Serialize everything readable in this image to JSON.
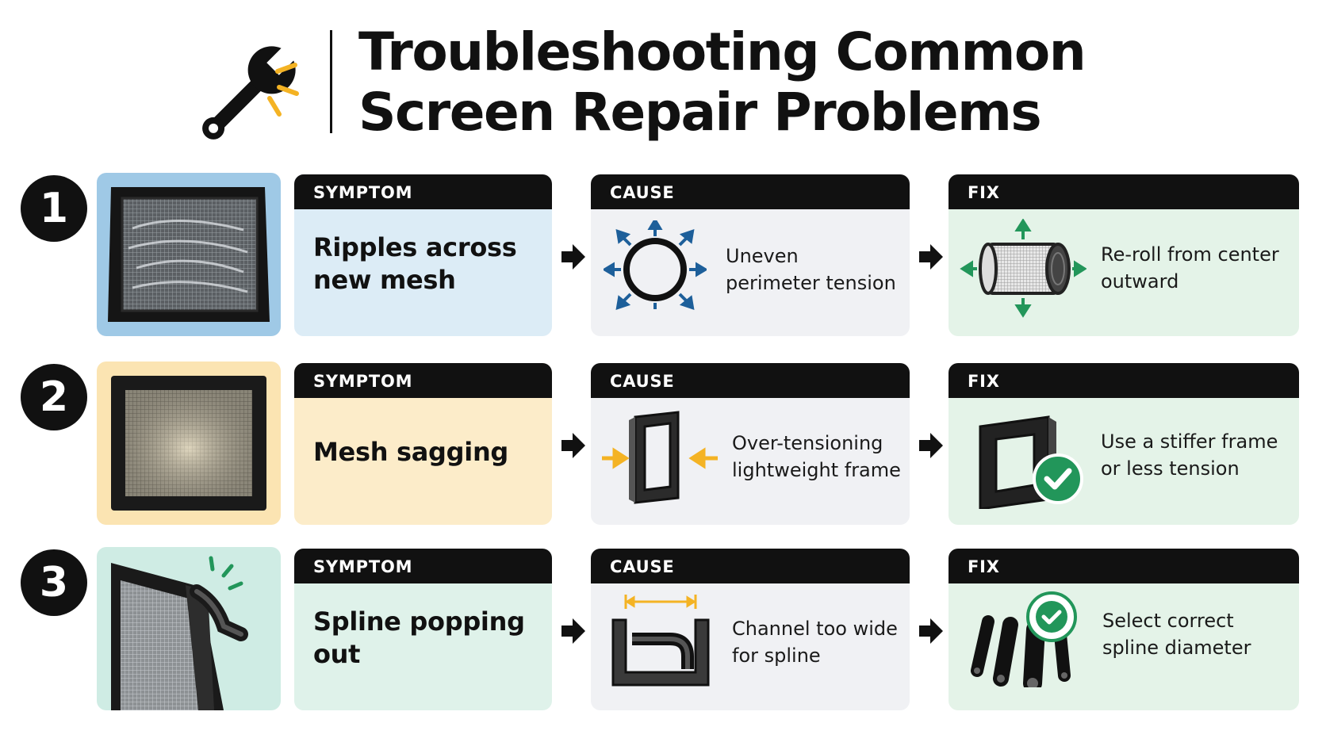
{
  "header": {
    "title": "Troubleshooting Common\nScreen Repair Problems",
    "icon": "wrench-icon"
  },
  "colors": {
    "dark": "#111111",
    "row1_symptom_bg": "#dcecf6",
    "row2_symptom_bg": "#fcecc9",
    "row3_symptom_bg": "#dff2ea",
    "cause_bg": "#f0f1f4",
    "fix_bg": "#e4f3e8",
    "accent_green": "#22965a",
    "accent_blue": "#1d5f9a",
    "accent_yellow": "#f4b324"
  },
  "rows": [
    {
      "number": "1",
      "symptom_label": "SYMPTOM",
      "symptom": "Ripples across new mesh",
      "cause_label": "CAUSE",
      "cause": "Uneven perimeter tension",
      "cause_icon": "tension-ring-icon",
      "fix_label": "FIX",
      "fix": "Re-roll from center outward",
      "fix_icon": "mesh-roll-icon"
    },
    {
      "number": "2",
      "symptom_label": "SYMPTOM",
      "symptom": "Mesh sagging",
      "cause_label": "CAUSE",
      "cause": "Over-tensioning lightweight frame",
      "cause_icon": "bent-frame-icon",
      "fix_label": "FIX",
      "fix": "Use a stiffer frame or less tension",
      "fix_icon": "stiff-frame-check-icon"
    },
    {
      "number": "3",
      "symptom_label": "SYMPTOM",
      "symptom": "Spline popping out",
      "cause_label": "CAUSE",
      "cause": "Channel too wide for spline",
      "cause_icon": "wide-channel-icon",
      "fix_label": "FIX",
      "fix": "Select correct spline diameter",
      "fix_icon": "spline-sizes-check-icon"
    }
  ]
}
